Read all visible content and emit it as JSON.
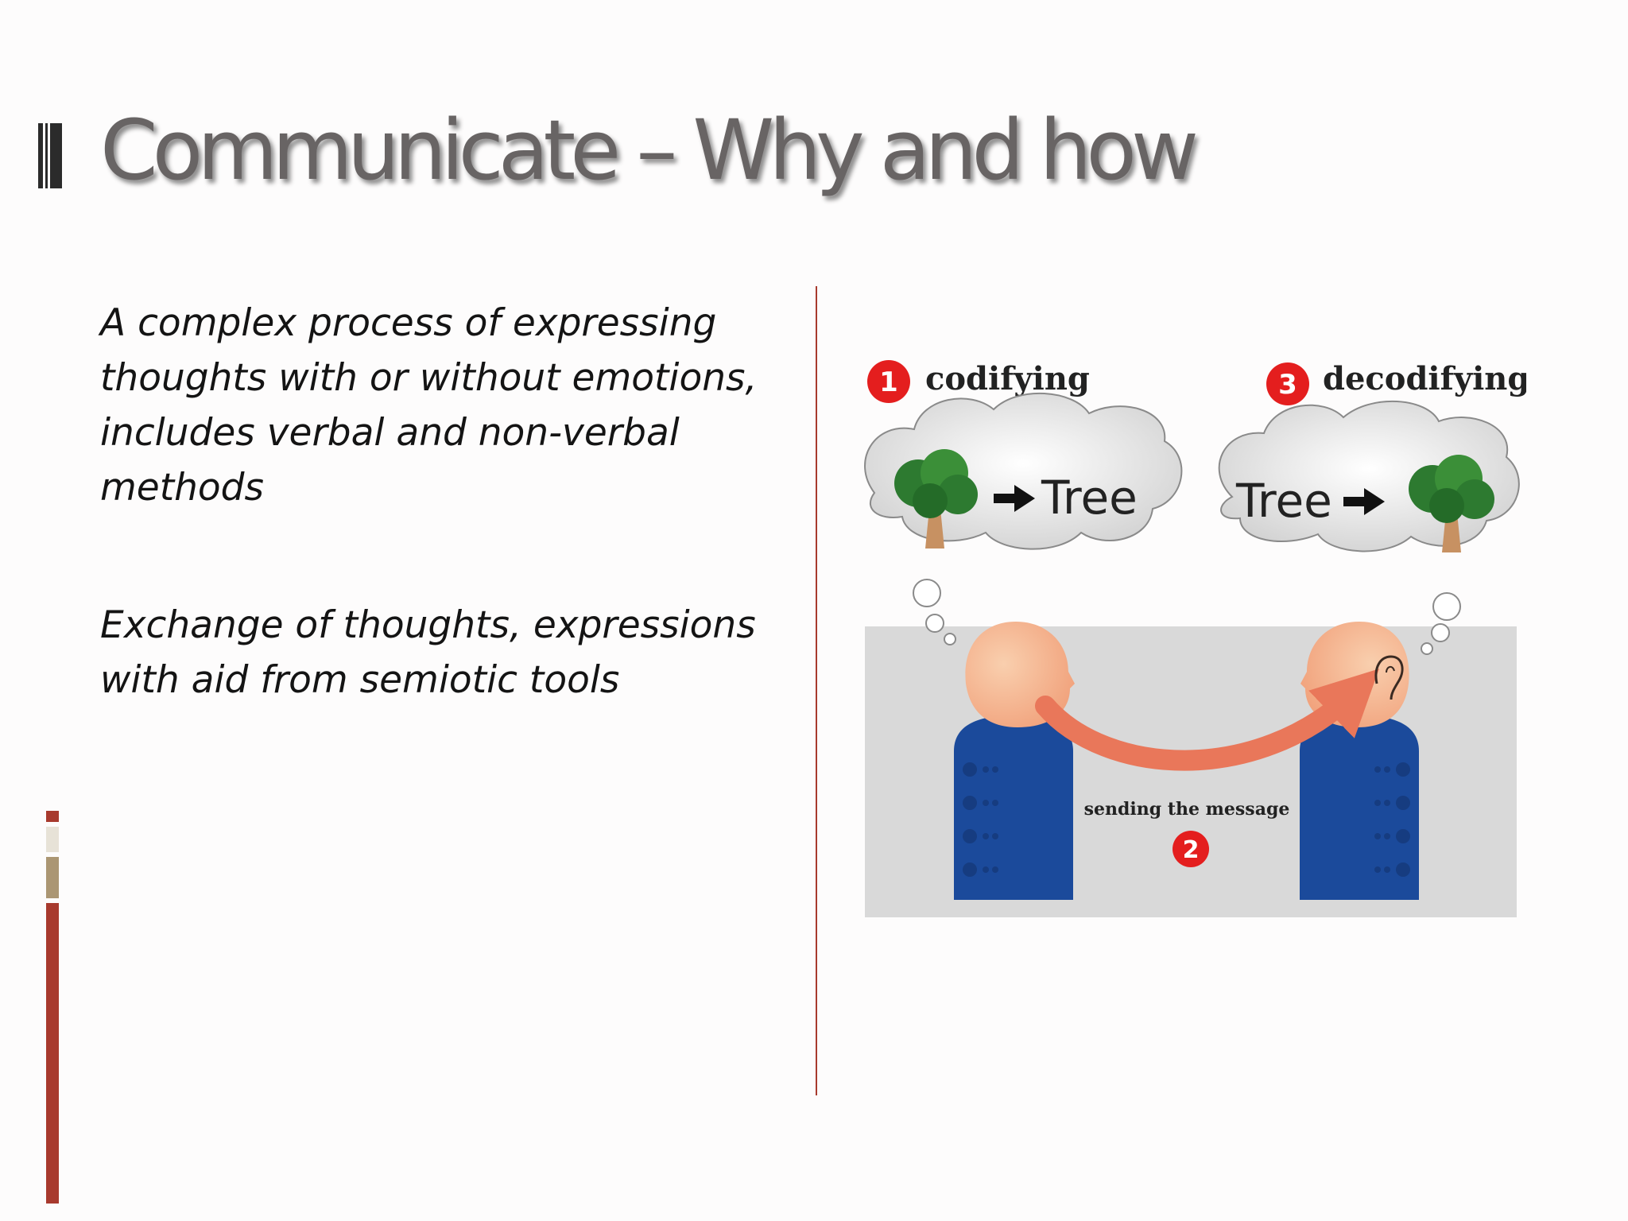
{
  "slide": {
    "title": "Communicate – Why and how",
    "paragraphs": [
      "A complex process of expressing thoughts with or without emotions, includes verbal and non-verbal methods",
      "Exchange of  thoughts, expressions with aid from semiotic tools"
    ]
  },
  "diagram": {
    "step1": {
      "number": "1",
      "label": "codifying"
    },
    "step2": {
      "number": "2",
      "label": "sending the message"
    },
    "step3": {
      "number": "3",
      "label": "decodifying"
    },
    "cloud_word_left": "Tree",
    "cloud_word_right": "Tree",
    "icons": [
      "tree-icon",
      "arrow-right-icon",
      "person-icon",
      "ear-icon"
    ]
  },
  "colors": {
    "title": "#686464",
    "accent_red": "#a83a2e",
    "accent_beige": "#e7e2d7",
    "accent_tan": "#ab9673",
    "badge_red": "#e41e1e",
    "shirt_blue": "#1b4a9b",
    "message_arrow": "#e9775a",
    "panel_gray": "#d9d9d9"
  }
}
